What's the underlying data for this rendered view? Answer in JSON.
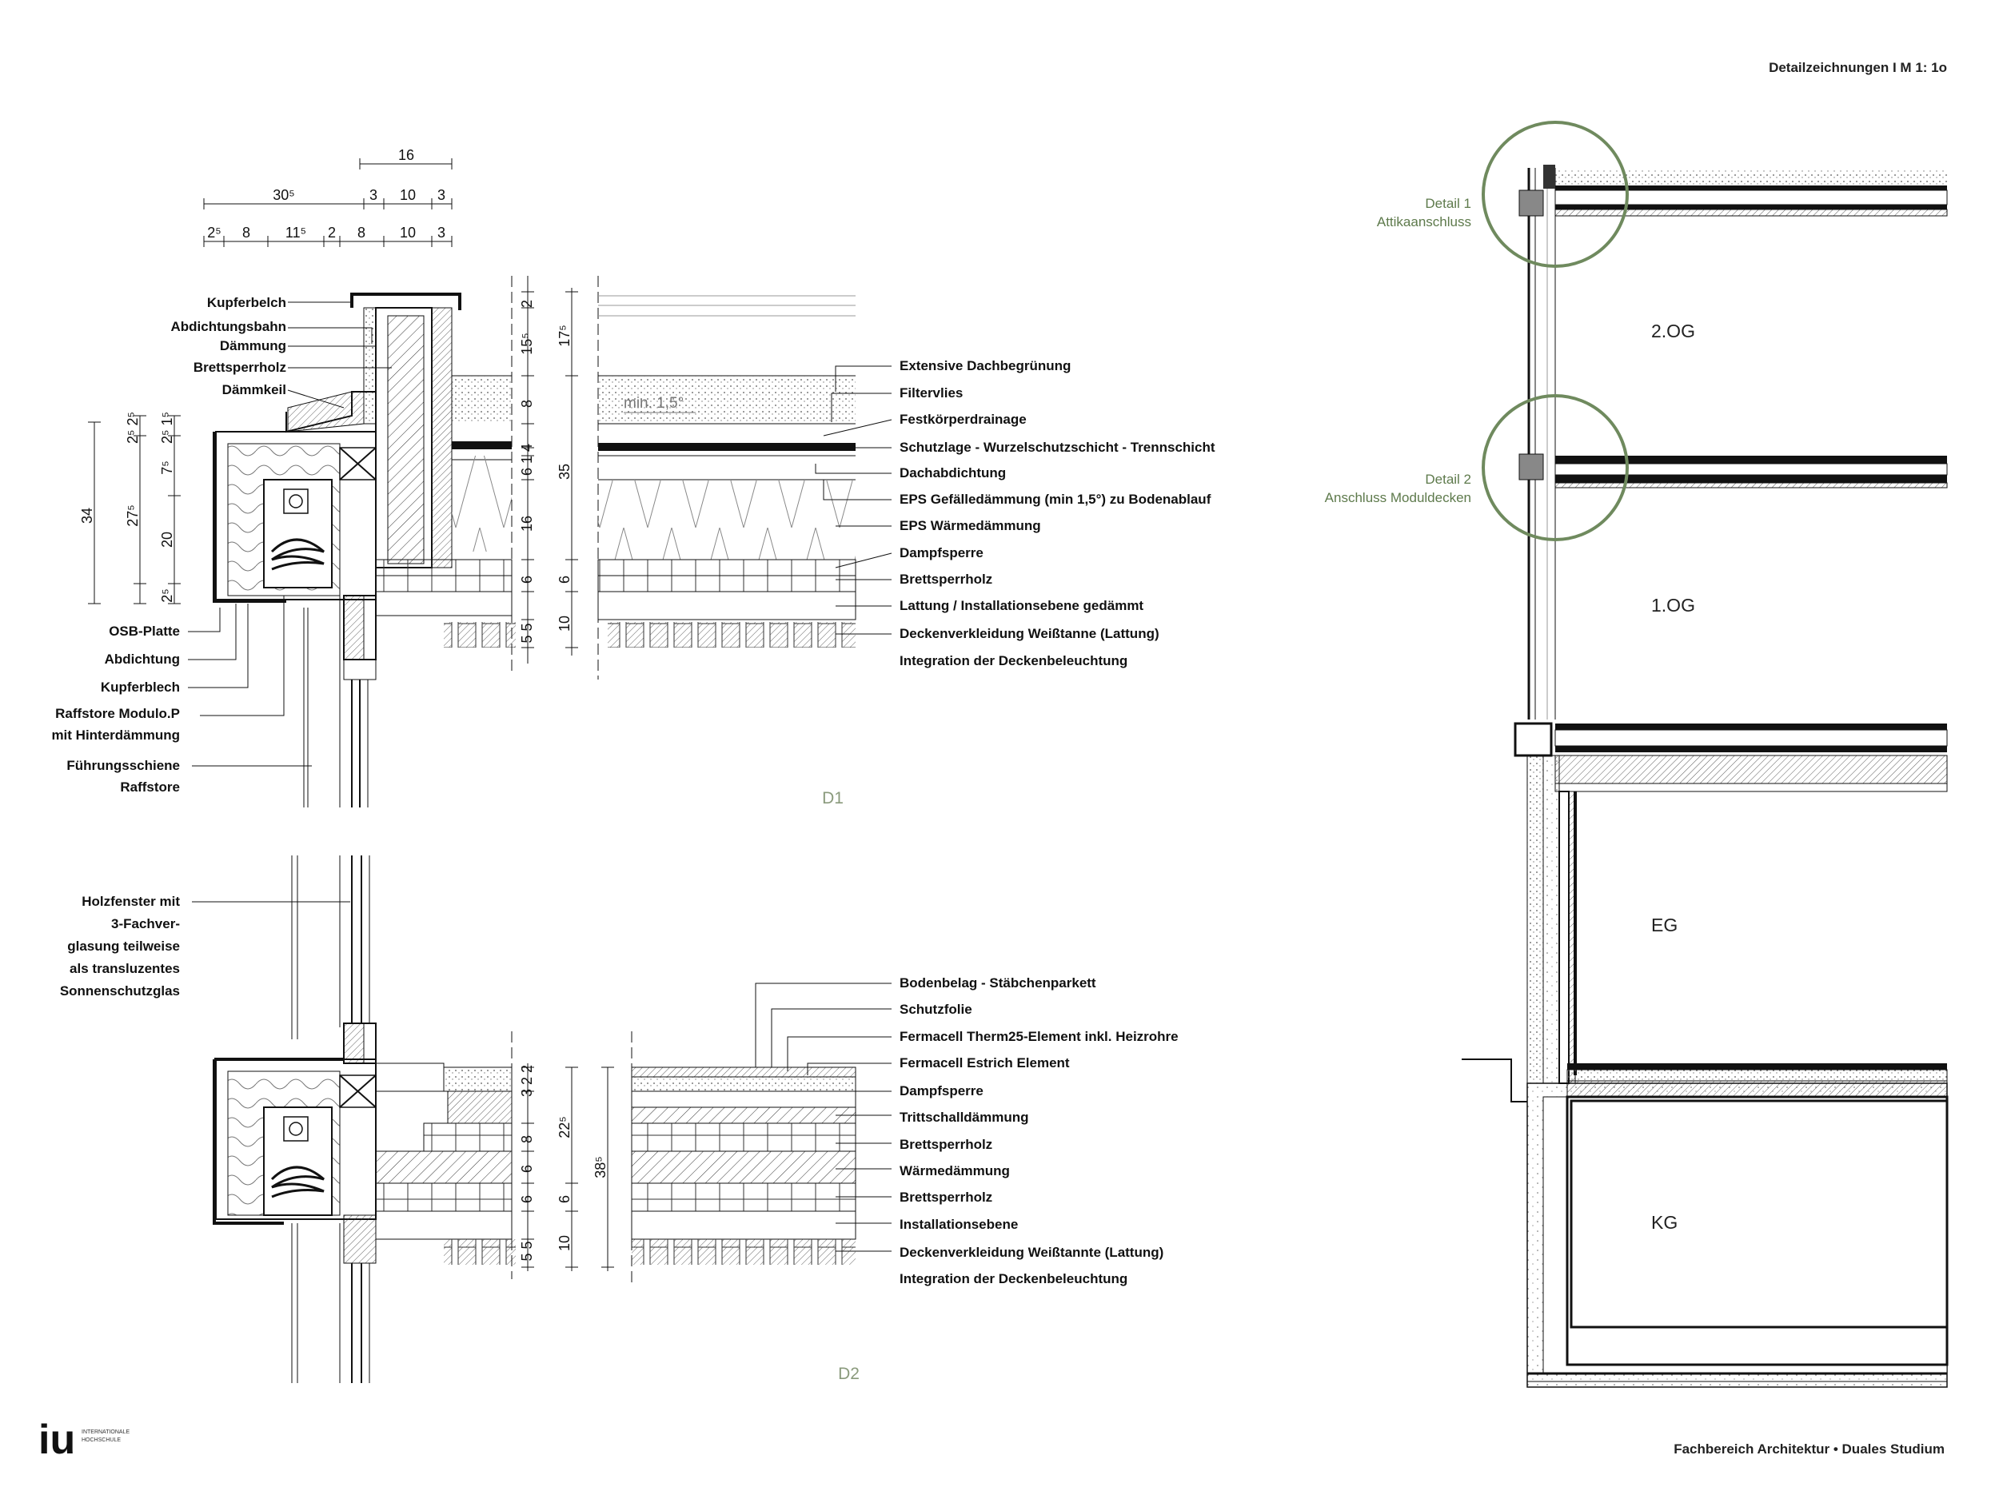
{
  "header": {
    "title": "Detailzeichnungen I M 1: 1o"
  },
  "footer": {
    "logo_text": "iu",
    "logo_sub_1": "INTERNATIONALE",
    "logo_sub_2": "HOCHSCHULE",
    "department": "Fachbereich Architektur • Duales Studium"
  },
  "d1": {
    "tag": "D1",
    "slope_label": "min. 1,5°",
    "top_dims": {
      "row1": [
        "16"
      ],
      "row2": [
        "30⁵",
        "3",
        "10",
        "3"
      ],
      "row3": [
        "2⁵",
        "8",
        "11⁵",
        "2",
        "8",
        "10",
        "3"
      ]
    },
    "left_dims": {
      "outer": "34",
      "inner": [
        "2⁵ 1⁵",
        "7⁵",
        "20",
        "2⁵"
      ],
      "mid": [
        "2⁵ 2⁵",
        "27⁵"
      ]
    },
    "right_dims": {
      "col1": [
        "2",
        "15⁵",
        "8",
        "6 1 4",
        "16",
        "6",
        "5 5"
      ],
      "col2": [
        "17⁵",
        "35",
        "6",
        "10"
      ]
    },
    "left_labels": [
      "Kupferbelch",
      "Abdichtungsbahn",
      "Dämmung",
      "Brettsperrholz",
      "Dämmkeil"
    ],
    "left_bottom_labels": [
      "OSB-Platte",
      "Abdichtung",
      "Kupferblech",
      "Raffstore Modulo.P",
      "mit Hinterdämmung",
      "Führungsschiene",
      "Raffstore"
    ],
    "layers": [
      "Extensive Dachbegrünung",
      "Filtervlies",
      "Festkörperdrainage",
      "Schutzlage - Wurzelschutzschicht - Trennschicht",
      "Dachabdichtung",
      "EPS Gefälledämmung (min 1,5°) zu Bodenablauf",
      "EPS Wärmedämmung",
      "Dampfsperre",
      "Brettsperrholz",
      "Lattung / Installationsebene gedämmt",
      "Deckenverkleidung Weißtanne (Lattung)",
      "Integration der Deckenbeleuchtung"
    ]
  },
  "d2": {
    "tag": "D2",
    "window_label": [
      "Holzfenster mit",
      "3-Fachver-",
      "glasung teilweise",
      "als transluzentes",
      "Sonnenschutzglas"
    ],
    "right_dims": {
      "col1": [
        "3 2 2",
        "8",
        "6",
        "6",
        "5 5"
      ],
      "col2": [
        "22⁵",
        "38⁵",
        "6",
        "10"
      ]
    },
    "layers": [
      "Bodenbelag - Stäbchenparkett",
      "Schutzfolie",
      "Fermacell Therm25-Element inkl. Heizrohre",
      "Fermacell Estrich Element",
      "Dampfsperre",
      "Trittschalldämmung",
      "Brettsperrholz",
      "Wärmedämmung",
      "Brettsperrholz",
      "Installationsebene",
      "Deckenverkleidung Weißtannte (Lattung)",
      "Integration der Deckenbeleuchtung"
    ]
  },
  "section": {
    "detail1": [
      "Detail 1",
      "Attikaanschluss"
    ],
    "detail2": [
      "Detail 2",
      "Anschluss Moduldecken"
    ],
    "floors": [
      "2.OG",
      "1.OG",
      "EG",
      "KG"
    ],
    "circle_color": "#6f8a5e"
  }
}
